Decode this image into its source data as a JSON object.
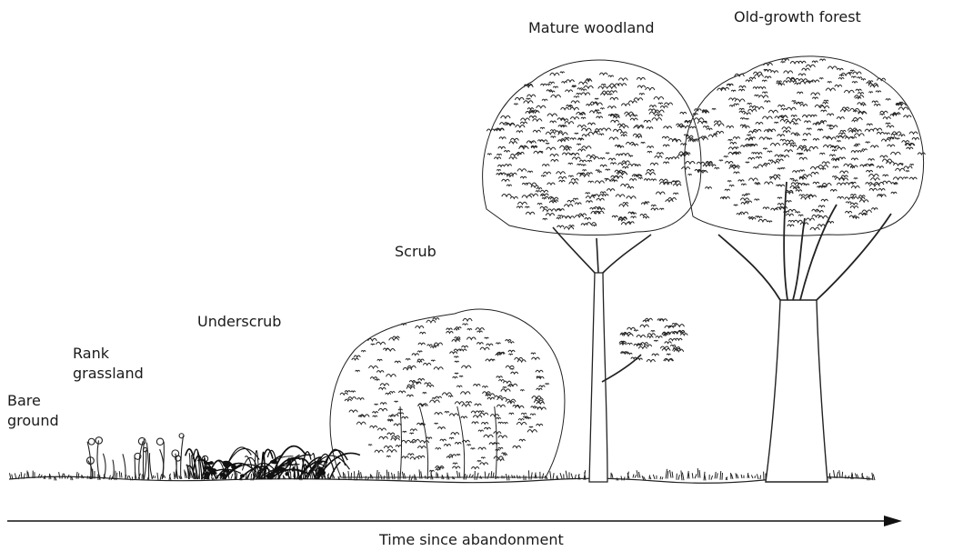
{
  "stages": [
    {
      "id": "bare",
      "lines": [
        "Bare",
        "ground"
      ]
    },
    {
      "id": "rank",
      "lines": [
        "Rank",
        "grassland"
      ]
    },
    {
      "id": "under",
      "lines": [
        "Underscrub"
      ]
    },
    {
      "id": "scrub",
      "lines": [
        "Scrub"
      ]
    },
    {
      "id": "mature",
      "lines": [
        "Mature woodland"
      ]
    },
    {
      "id": "old",
      "lines": [
        "Old-growth forest"
      ]
    }
  ],
  "axis_label": "Time since abandonment"
}
